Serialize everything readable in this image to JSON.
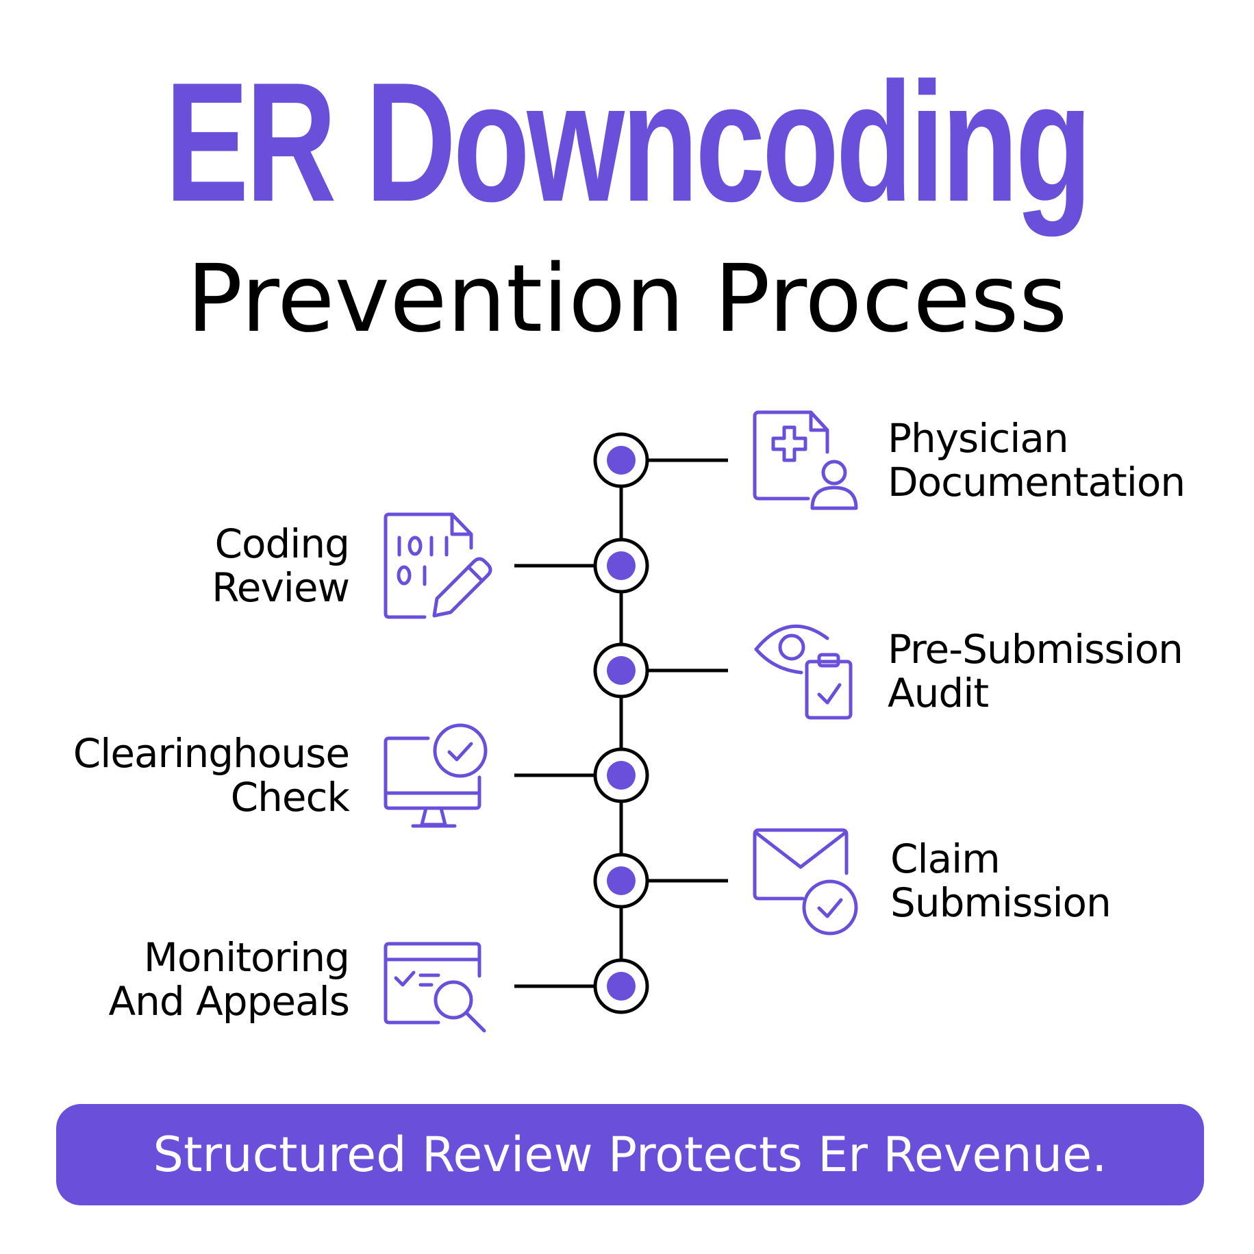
{
  "title": "ER Downcoding",
  "subtitle": "Prevention Process",
  "accent_color": "#6A4FDB",
  "steps": [
    {
      "line1": "Physician",
      "line2": "Documentation",
      "icon": "document-medical-user-icon",
      "side": "right"
    },
    {
      "line1": "Coding",
      "line2": "Review",
      "icon": "binary-document-pencil-icon",
      "side": "left"
    },
    {
      "line1": "Pre-Submission",
      "line2": "Audit",
      "icon": "eye-clipboard-check-icon",
      "side": "right"
    },
    {
      "line1": "Clearinghouse",
      "line2": "Check",
      "icon": "monitor-check-icon",
      "side": "left"
    },
    {
      "line1": "Claim",
      "line2": "Submission",
      "icon": "envelope-check-icon",
      "side": "right"
    },
    {
      "line1": "Monitoring",
      "line2": "And Appeals",
      "icon": "browser-search-icon",
      "side": "left"
    }
  ],
  "banner": "Structured Review Protects Er Revenue."
}
